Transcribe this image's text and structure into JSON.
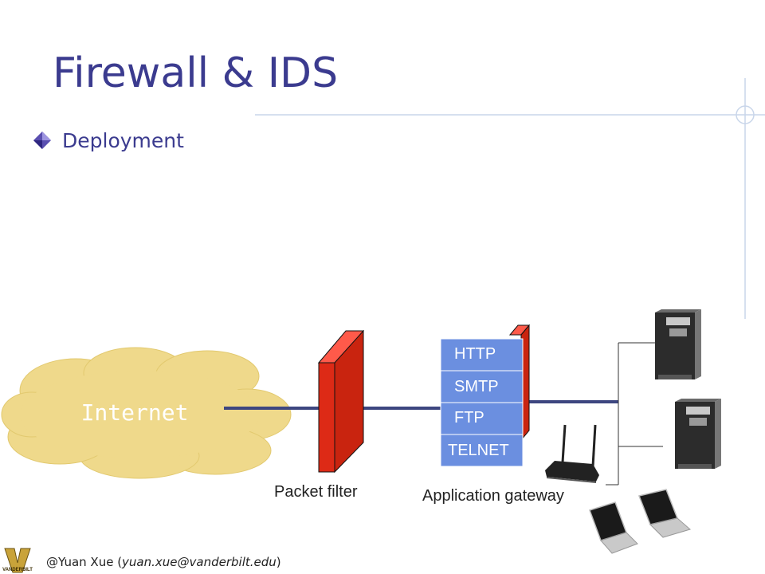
{
  "slide": {
    "title": "Firewall & IDS",
    "bullet": "Deployment"
  },
  "diagram": {
    "internet_label": "Internet",
    "packet_filter_label": "Packet filter",
    "app_gateway_label": "Application gateway",
    "gateway_protocols": [
      "HTTP",
      "SMTP",
      "FTP",
      "TELNET"
    ],
    "logo_letter": "V",
    "logo_text": "VANDERBILT"
  },
  "footer": {
    "author": "@Yuan Xue (",
    "email": "yuan.xue@vanderbilt.edu",
    "close": ")"
  },
  "colors": {
    "title": "#3b3b8f",
    "cloud": "#efd98b",
    "firewall": "#d8261a",
    "gateway_box": "#6b8fe0",
    "link": "#3d4680"
  }
}
